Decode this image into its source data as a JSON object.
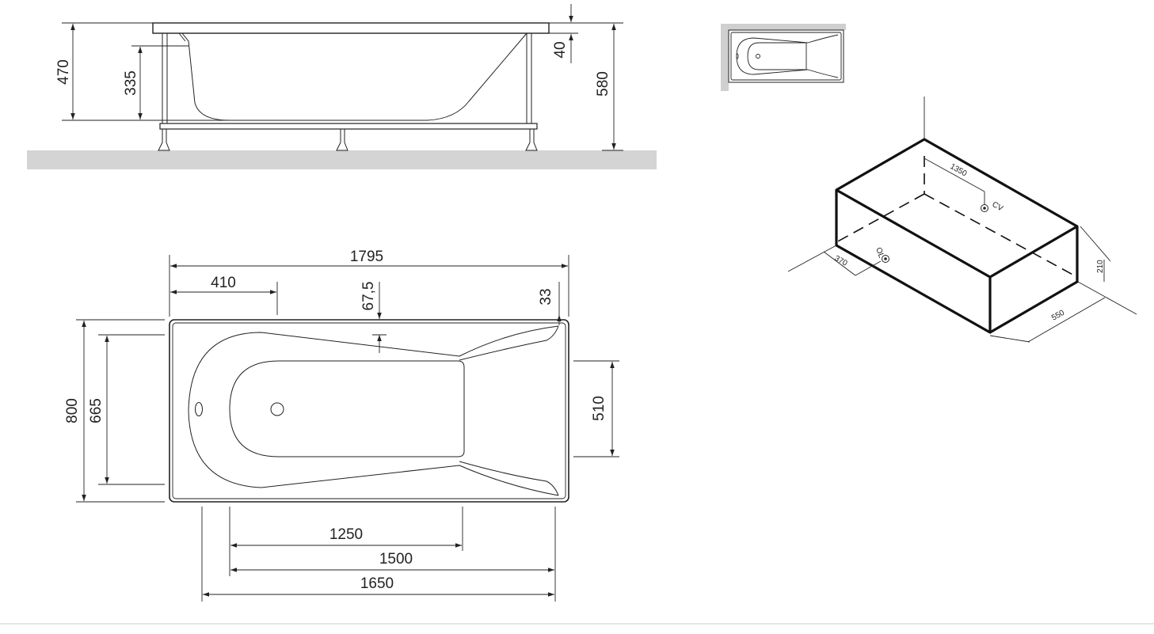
{
  "side_view": {
    "dims": {
      "total_height": "470",
      "inner_height": "335",
      "rim": "40",
      "overall": "580"
    },
    "colors": {
      "floor": "#d4d4d4"
    }
  },
  "top_view": {
    "dims": {
      "length": "1795",
      "to_drain": "410",
      "inner_offset": "67,5",
      "corner": "33",
      "width": "800",
      "inner_width": "665",
      "basin_width": "510",
      "basin_length": "1250",
      "bottom_length": "1500",
      "outer_bottom_length": "1650"
    }
  },
  "thumbnail": {
    "colors": {
      "wall": "#cfcfcf"
    }
  },
  "iso_view": {
    "dims": {
      "cv_distance": "1350",
      "cv_label": "CV",
      "ol_label": "OL",
      "ol_offset": "370",
      "depth": "550",
      "height": "210"
    }
  },
  "colors": {
    "line": "#222222",
    "background": "#ffffff"
  }
}
